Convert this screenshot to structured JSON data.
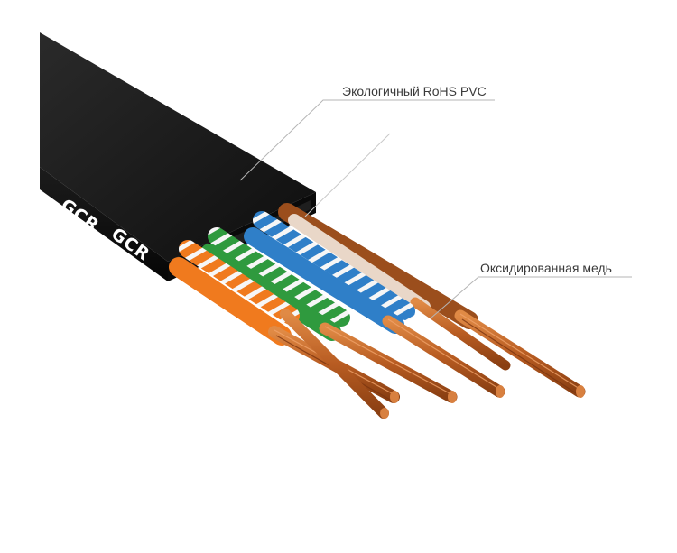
{
  "callouts": {
    "jacket": "Экологичный RoHS PVC",
    "conductor": "Оксидированная медь"
  },
  "brand": {
    "logo_upper": "GCR",
    "logo_lower": "GCR"
  },
  "colors": {
    "background": "#ffffff",
    "jacket": "#161616",
    "copper": "#c8692c",
    "orange": "#f07a1e",
    "green": "#2f9a3e",
    "blue": "#2f7fc8",
    "brown": "#9b4e1c",
    "stripe": "#f4f4f4",
    "leader_line": "#b5b5b5"
  },
  "pairs": [
    {
      "name": "orange-white",
      "solid": "#f07a1e",
      "stripe": "#f07a1e"
    },
    {
      "name": "green-white",
      "solid": "#2f9a3e",
      "stripe": "#2f9a3e"
    },
    {
      "name": "blue-white",
      "solid": "#2f7fc8",
      "stripe": "#2f7fc8"
    },
    {
      "name": "brown",
      "solid": "#9b4e1c",
      "stripe": ""
    }
  ]
}
